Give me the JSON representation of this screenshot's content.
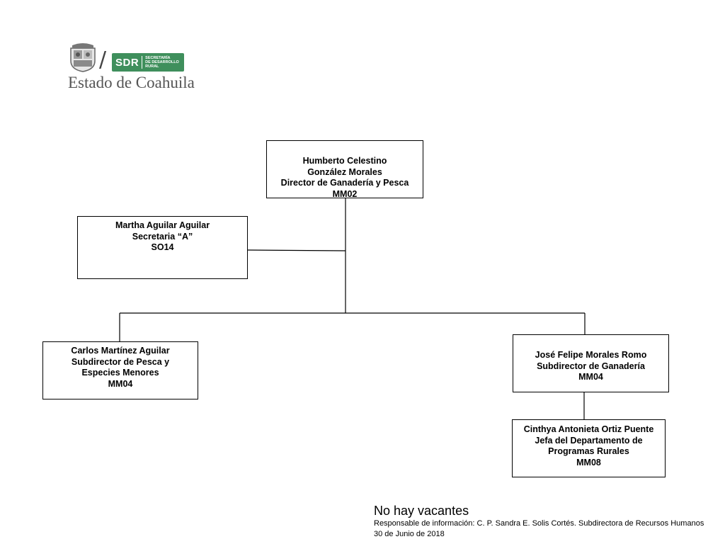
{
  "logo": {
    "brand": "SDR",
    "brand_sub": [
      "SECRETARÍA",
      "DE DESARROLLO",
      "RURAL"
    ],
    "state": "Estado de Coahuila",
    "brand_color": "#3f8f5c"
  },
  "org": {
    "director": {
      "lines": [
        "Humberto Celestino",
        "González Morales",
        "Director de Ganadería y Pesca",
        "MM02"
      ]
    },
    "secretaria": {
      "lines": [
        "Martha Aguilar Aguilar",
        "Secretaria “A”",
        "SO14"
      ]
    },
    "subdirector_pesca": {
      "lines": [
        "Carlos Martínez Aguilar",
        "Subdirector de Pesca y",
        "Especies Menores",
        "MM04"
      ]
    },
    "subdirector_ganaderia": {
      "lines": [
        "José Felipe Morales Romo",
        "Subdirector de Ganadería",
        "MM04"
      ]
    },
    "jefa_programas": {
      "lines": [
        "Cinthya Antonieta Ortiz Puente",
        "Jefa del Departamento de",
        "Programas Rurales",
        "MM08"
      ]
    }
  },
  "footer": {
    "vacantes": "No  hay vacantes",
    "responsable": "Responsable de información: C. P. Sandra E. Solis Cortés. Subdirectora de Recursos Humanos",
    "fecha": "30 de Junio de 2018"
  }
}
